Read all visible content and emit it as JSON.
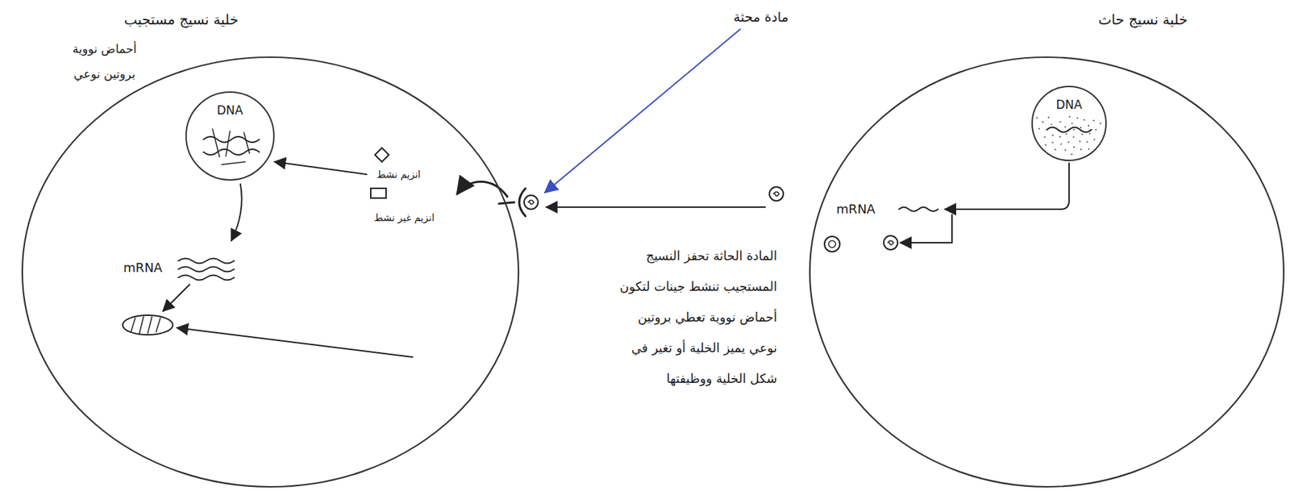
{
  "diagram": {
    "nodes": [
      {
        "text": [
          "خلية نسيج مستجيب"
        ]
      },
      {
        "text": [
          "DNA"
        ],
        "in": 0
      },
      {
        "text": [
          "خلية نسيج حاث"
        ]
      },
      {
        "text": [
          "DNA"
        ],
        "in": 2
      }
    ],
    "labels": [
      "مادة محثة",
      "أحماض نووية",
      "بروتين نوعي",
      "انزيم نشط",
      "انزيم غير نشط",
      "mRNA",
      "المادة الحاثة تحفز النسيج المستجيب تنشط جينات لتكون أحماض نووية تعطي بروتين نوعي يميز الخلية أو تغير في شكل الخلية ووظيفتها",
      "mRNA"
    ]
  }
}
